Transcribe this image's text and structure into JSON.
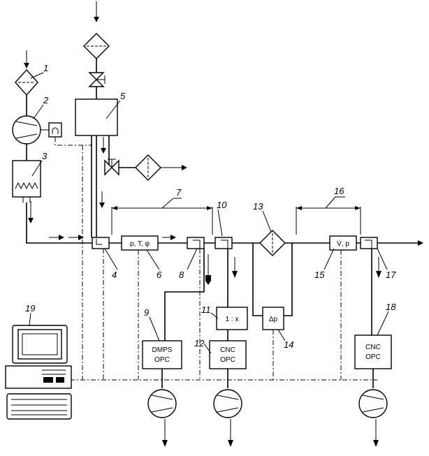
{
  "labels": {
    "n1": "1",
    "n2": "2",
    "n3": "3",
    "n4": "4",
    "n5": "5",
    "n6": "6",
    "n7": "7",
    "n8": "8",
    "n9": "9",
    "n10": "10",
    "n11": "11",
    "n12": "12",
    "n13": "13",
    "n14": "14",
    "n15": "15",
    "n16": "16",
    "n17": "17",
    "n18": "18",
    "n19": "19"
  },
  "boxes": {
    "measure": "p, T, φ",
    "flow": "V̇, p",
    "dilution": "1 : x",
    "delta_p": "Δp",
    "dmps_line1": "DMPS",
    "dmps_line2": "OPC",
    "cnc12_line1": "CNC",
    "cnc12_line2": "OPC",
    "cnc18_line1": "CNC",
    "cnc18_line2": "OPC"
  }
}
